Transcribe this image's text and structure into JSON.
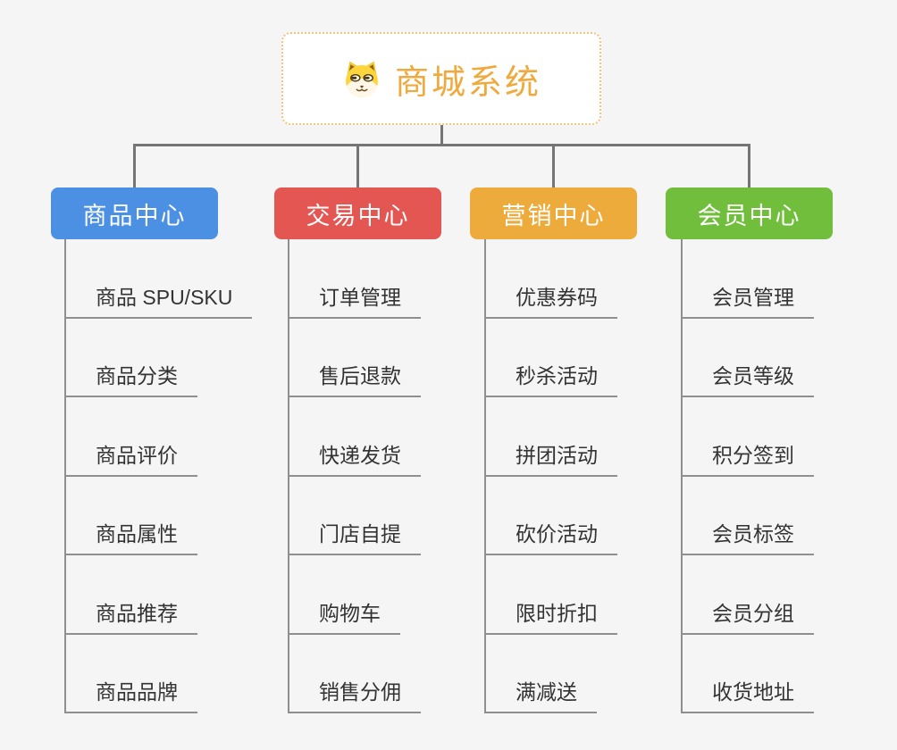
{
  "root": {
    "title": "商城系统",
    "icon": "dog-icon",
    "title_color": "#f0a93c",
    "border_color": "#f3c47e"
  },
  "branches": [
    {
      "label": "商品中心",
      "color": "#4b90e2",
      "children": [
        "商品 SPU/SKU",
        "商品分类",
        "商品评价",
        "商品属性",
        "商品推荐",
        "商品品牌"
      ]
    },
    {
      "label": "交易中心",
      "color": "#e45651",
      "children": [
        "订单管理",
        "售后退款",
        "快递发货",
        "门店自提",
        "购物车",
        "销售分佣"
      ]
    },
    {
      "label": "营销中心",
      "color": "#edab3c",
      "children": [
        "优惠券码",
        "秒杀活动",
        "拼团活动",
        "砍价活动",
        "限时折扣",
        "满减送"
      ]
    },
    {
      "label": "会员中心",
      "color": "#70be3c",
      "children": [
        "会员管理",
        "会员等级",
        "积分签到",
        "会员标签",
        "会员分组",
        "收货地址"
      ]
    }
  ],
  "connector_color": "#757575",
  "background_color": "#f5f5f5",
  "leaf_text_color": "#333333"
}
